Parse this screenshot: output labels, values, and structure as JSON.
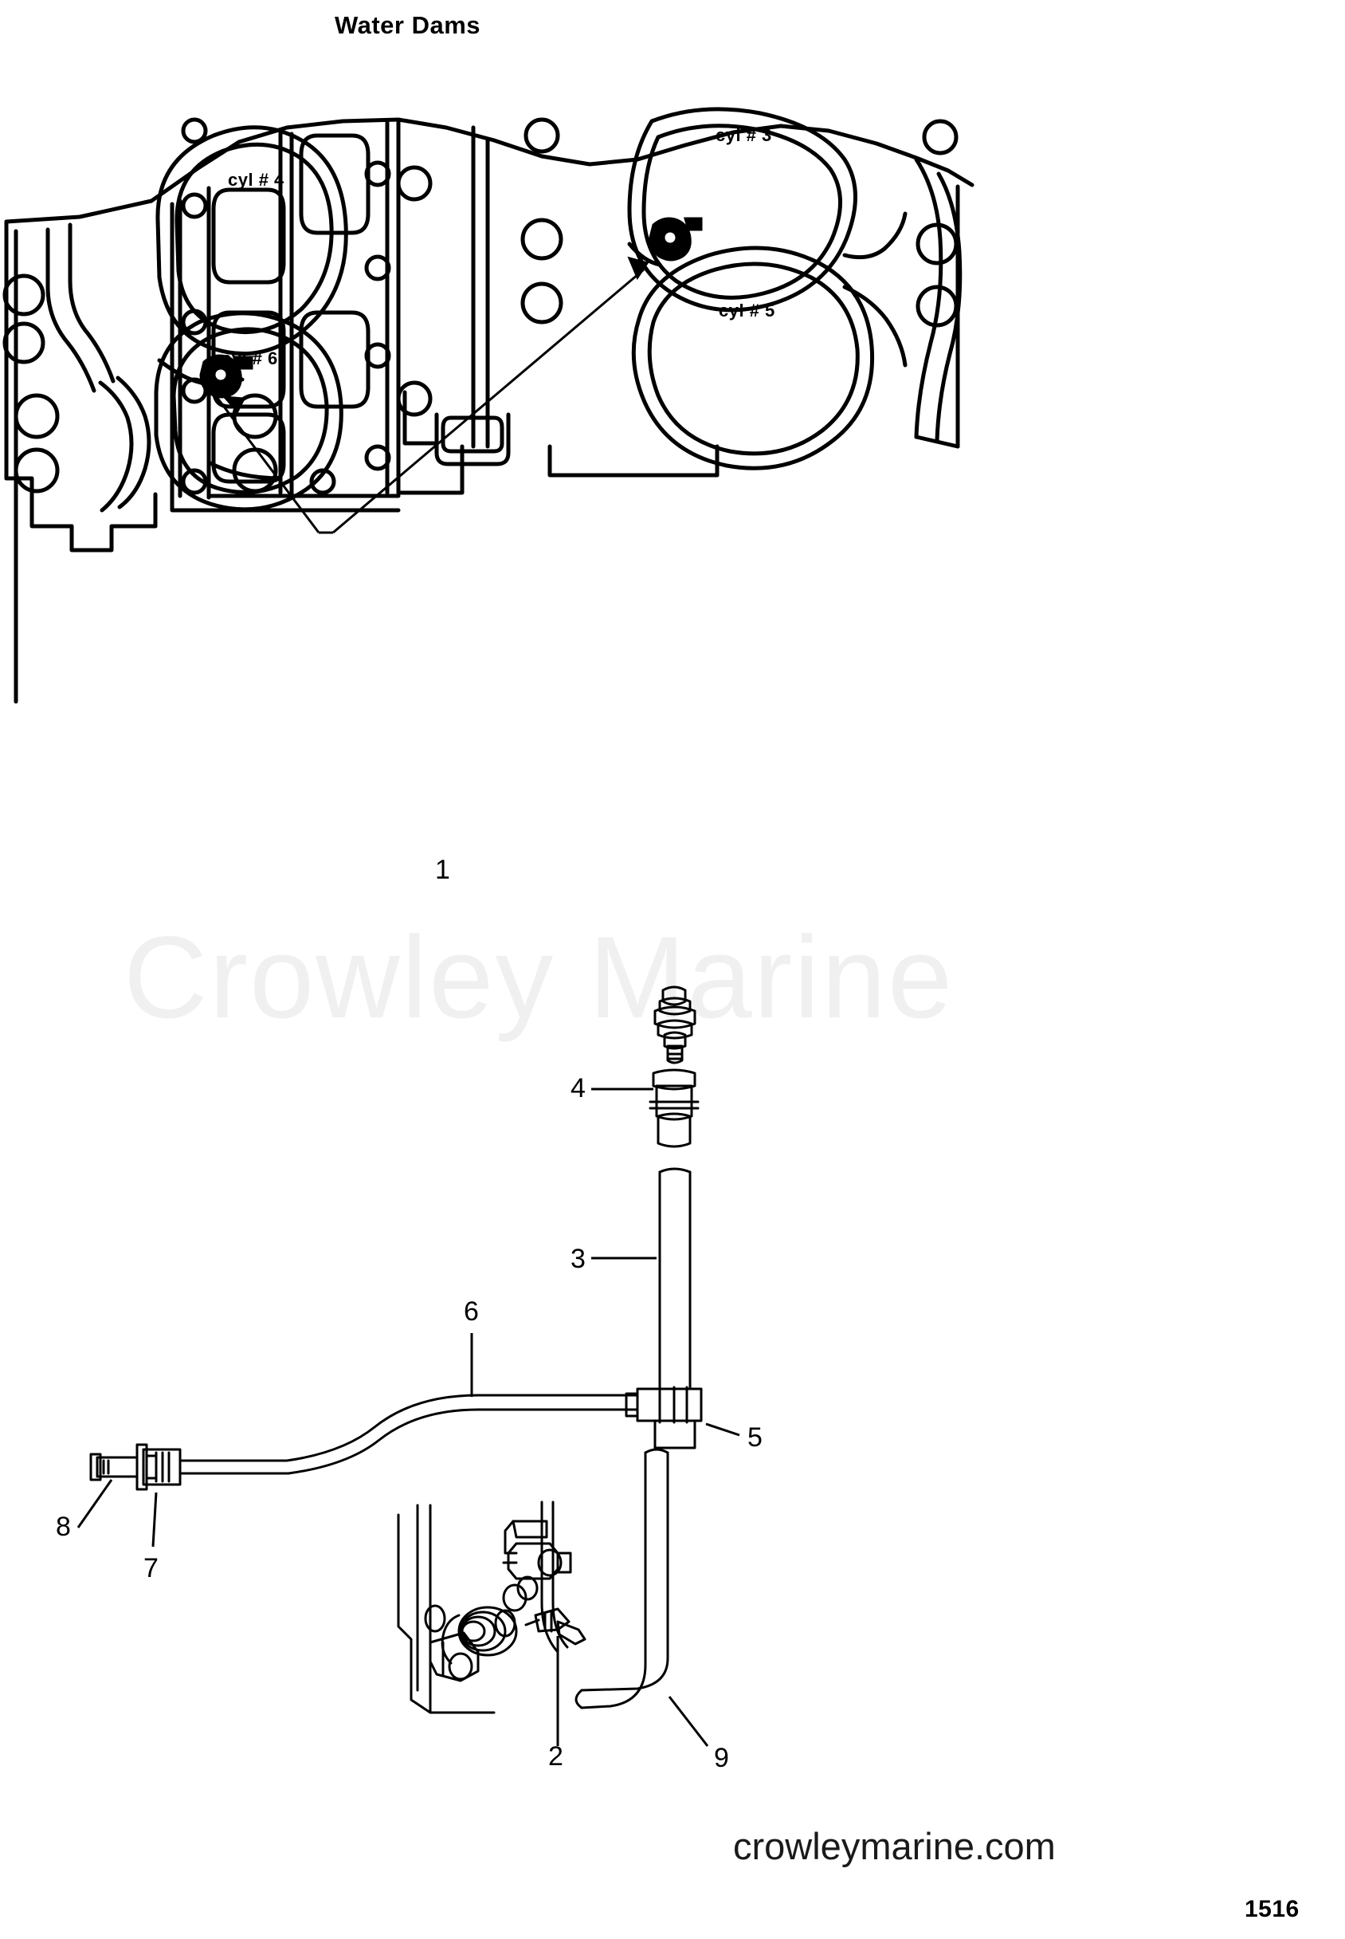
{
  "page": {
    "title": "Water Dams",
    "watermark": "Crowley Marine",
    "footer_site": "crowleymarine.com",
    "footer_code": "1516",
    "background_color": "#ffffff",
    "line_color": "#000000",
    "watermark_color": "#f0f0f0"
  },
  "engine_block": {
    "cylinder_labels": [
      {
        "id": "cyl-4",
        "text": "cyl # 4"
      },
      {
        "id": "cyl-6",
        "text": "cyl # 6"
      },
      {
        "id": "cyl-3",
        "text": "cyl # 3"
      },
      {
        "id": "cyl-5",
        "text": "cyl # 5"
      }
    ]
  },
  "callouts": [
    {
      "id": "callout-1",
      "number": "1"
    },
    {
      "id": "callout-2",
      "number": "2"
    },
    {
      "id": "callout-3",
      "number": "3"
    },
    {
      "id": "callout-4",
      "number": "4"
    },
    {
      "id": "callout-5",
      "number": "5"
    },
    {
      "id": "callout-6",
      "number": "6"
    },
    {
      "id": "callout-7",
      "number": "7"
    },
    {
      "id": "callout-8",
      "number": "8"
    },
    {
      "id": "callout-9",
      "number": "9"
    }
  ]
}
